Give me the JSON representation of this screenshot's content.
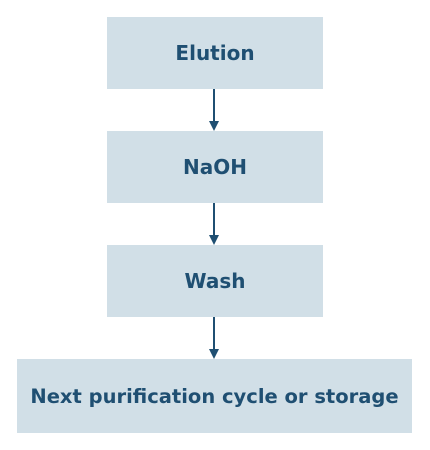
{
  "steps": [
    {
      "label": "Elution"
    },
    {
      "label": "NaOH"
    },
    {
      "label": "Wash"
    },
    {
      "label": "Next purification cycle or storage"
    }
  ],
  "colors": {
    "box_fill": "#d1dfe7",
    "text": "#1f4f72",
    "arrow": "#1f4f72"
  }
}
